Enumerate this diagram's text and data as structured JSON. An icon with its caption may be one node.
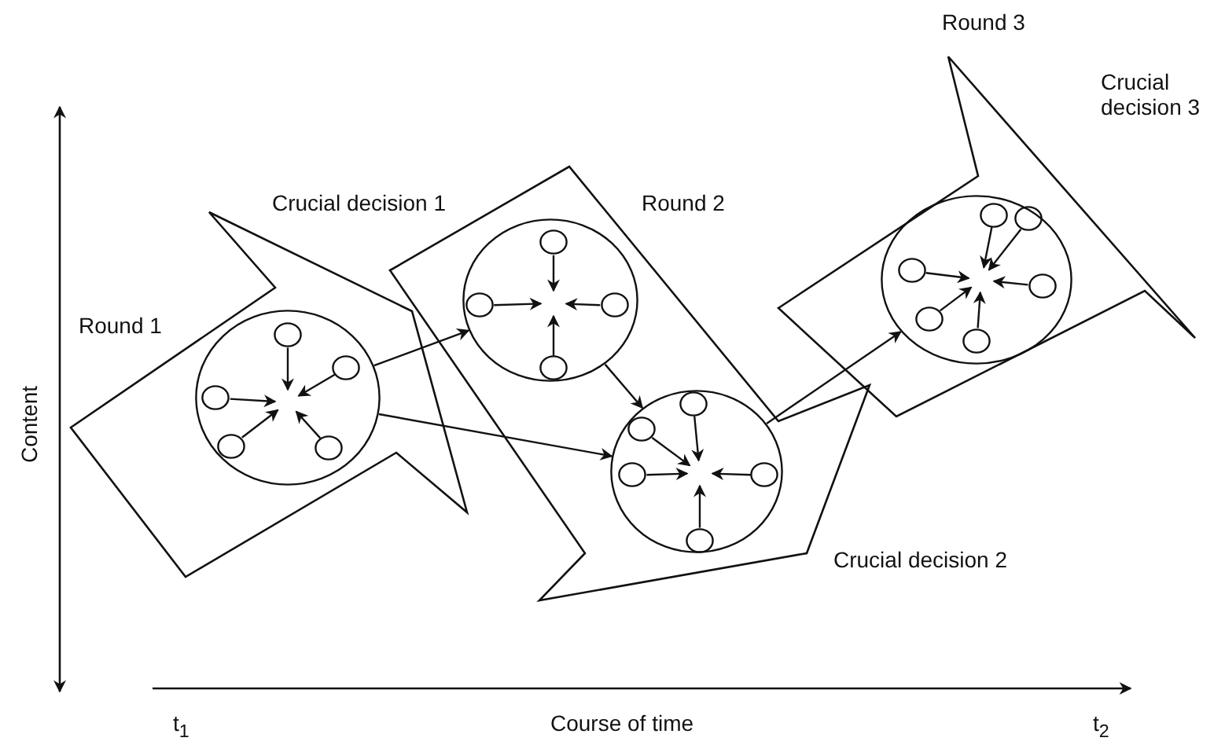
{
  "diagram": {
    "nodes": [
      {
        "text": [
          "Round 1"
        ],
        "beside": [
          "Crucial decision 1"
        ]
      },
      {
        "text": [],
        "shape": "circle",
        "in": 0
      },
      {
        "text": [],
        "shape": "circle",
        "in": 1
      },
      {
        "text": [],
        "shape": "circle",
        "in": 1
      },
      {
        "text": [],
        "shape": "circle",
        "in": 1
      },
      {
        "text": [],
        "shape": "circle",
        "in": 1
      },
      {
        "text": [],
        "shape": "circle",
        "in": 1
      },
      {
        "text": [
          "Round 2"
        ],
        "beside": [
          "Crucial decision 2"
        ]
      },
      {
        "text": [],
        "shape": "circle",
        "in": 7
      },
      {
        "text": [],
        "shape": "circle",
        "in": 8
      },
      {
        "text": [],
        "shape": "circle",
        "in": 8
      },
      {
        "text": [],
        "shape": "circle",
        "in": 8
      },
      {
        "text": [],
        "shape": "circle",
        "in": 8
      },
      {
        "text": [],
        "shape": "circle",
        "in": 7
      },
      {
        "text": [],
        "shape": "circle",
        "in": 13
      },
      {
        "text": [],
        "shape": "circle",
        "in": 13
      },
      {
        "text": [],
        "shape": "circle",
        "in": 13
      },
      {
        "text": [],
        "shape": "circle",
        "in": 13
      },
      {
        "text": [],
        "shape": "circle",
        "in": 13
      },
      {
        "text": [
          "Round 3"
        ],
        "beside": [
          "Crucial decision 3"
        ]
      },
      {
        "text": [],
        "shape": "circle",
        "in": 19
      },
      {
        "text": [],
        "shape": "circle",
        "in": 20
      },
      {
        "text": [],
        "shape": "circle",
        "in": 20
      },
      {
        "text": [],
        "shape": "circle",
        "in": 20
      },
      {
        "text": [],
        "shape": "circle",
        "in": 20
      },
      {
        "text": [],
        "shape": "circle",
        "in": 20
      },
      {
        "text": [],
        "shape": "circle",
        "in": 20
      }
    ],
    "edges": [
      {
        "from": 1,
        "to": 8,
        "arrow": "to"
      },
      {
        "from": 1,
        "to": 13,
        "arrow": "to"
      },
      {
        "from": 8,
        "to": 13,
        "arrow": "to"
      },
      {
        "from": 13,
        "to": 20,
        "arrow": "to"
      },
      {
        "from": 2,
        "to": null,
        "arrow": "to"
      },
      {
        "from": 3,
        "to": null,
        "arrow": "to"
      },
      {
        "from": 4,
        "to": null,
        "arrow": "to"
      },
      {
        "from": 5,
        "to": null,
        "arrow": "to"
      },
      {
        "from": 6,
        "to": null,
        "arrow": "to"
      },
      {
        "from": 9,
        "to": null,
        "arrow": "to"
      },
      {
        "from": 10,
        "to": null,
        "arrow": "to"
      },
      {
        "from": 11,
        "to": null,
        "arrow": "to"
      },
      {
        "from": 12,
        "to": null,
        "arrow": "to"
      },
      {
        "from": 14,
        "to": null,
        "arrow": "to"
      },
      {
        "from": 15,
        "to": null,
        "arrow": "to"
      },
      {
        "from": 16,
        "to": null,
        "arrow": "to"
      },
      {
        "from": 17,
        "to": null,
        "arrow": "to"
      },
      {
        "from": 18,
        "to": null,
        "arrow": "to"
      },
      {
        "from": 21,
        "to": null,
        "arrow": "to"
      },
      {
        "from": 22,
        "to": null,
        "arrow": "to"
      },
      {
        "from": 23,
        "to": null,
        "arrow": "to"
      },
      {
        "from": 24,
        "to": null,
        "arrow": "to"
      },
      {
        "from": 25,
        "to": null,
        "arrow": "to"
      },
      {
        "from": 26,
        "to": null,
        "arrow": "to"
      }
    ],
    "labels": [
      "Content",
      "t$_{1}$",
      "Course of time",
      "t$_{2}$"
    ]
  }
}
